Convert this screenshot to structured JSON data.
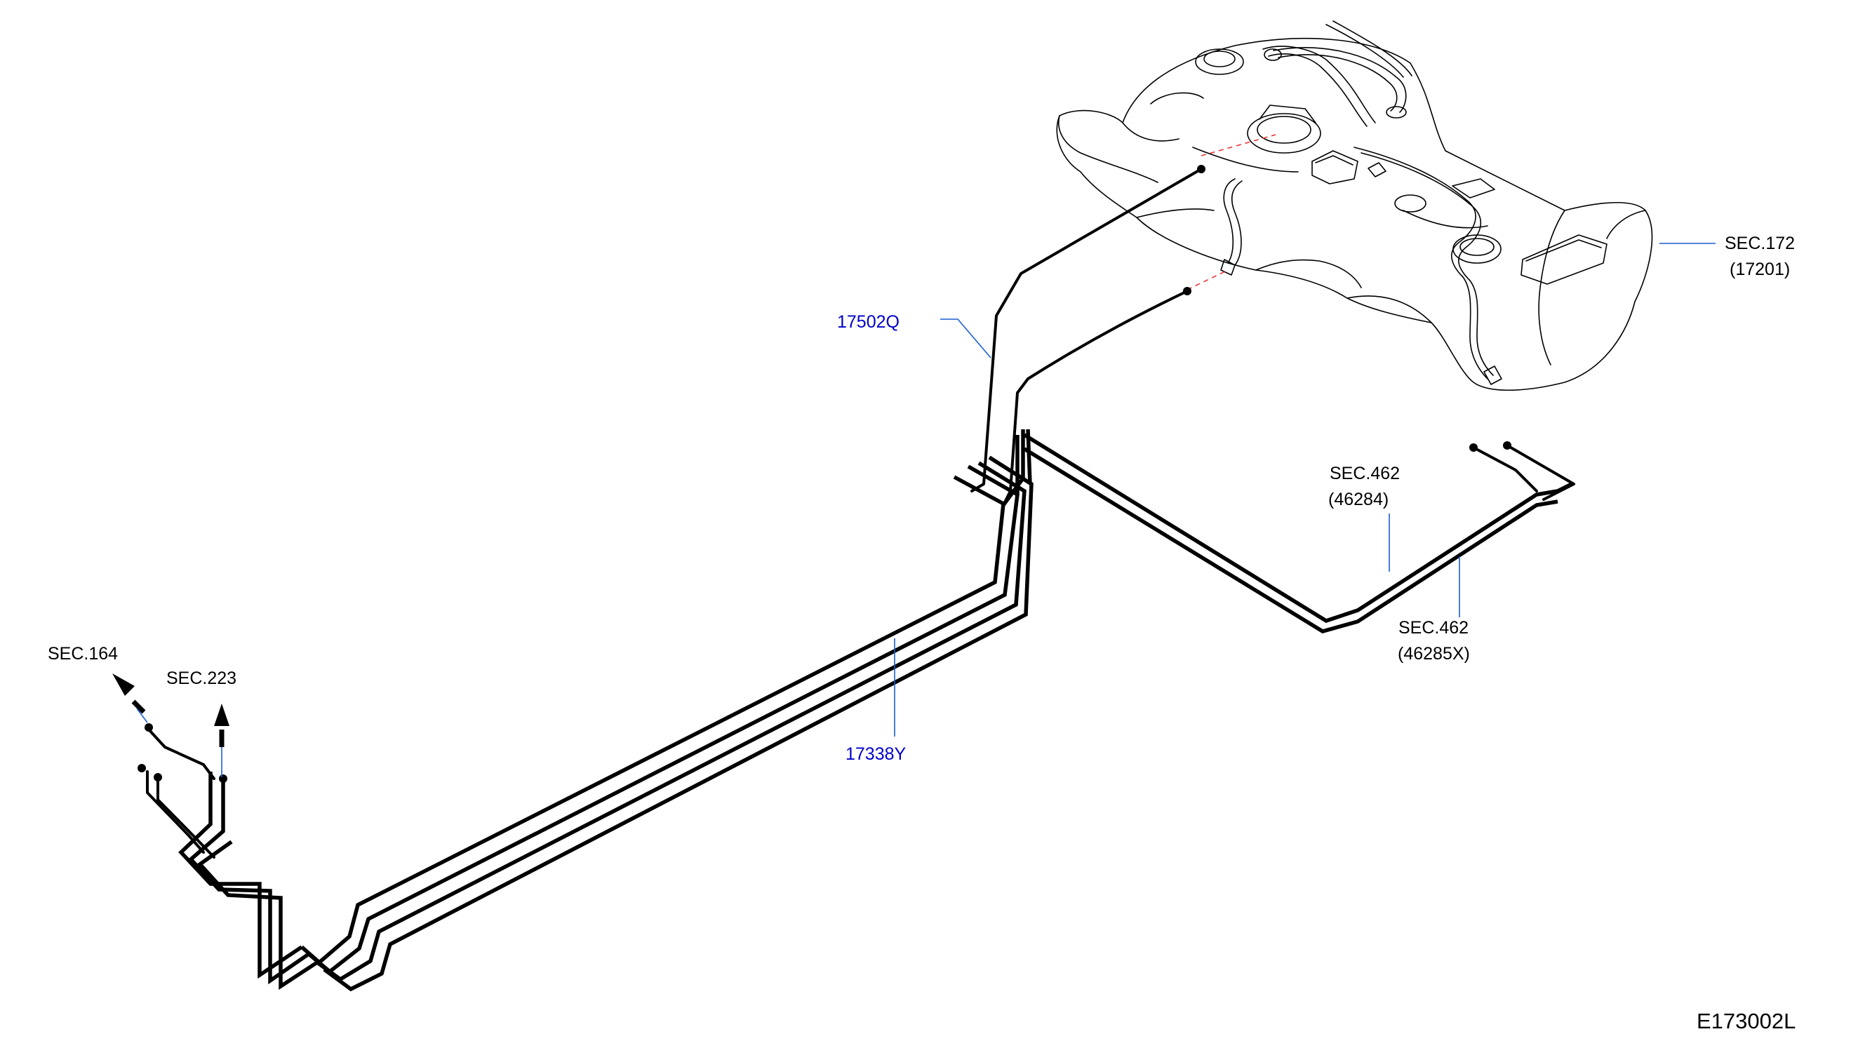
{
  "labels": {
    "sec172": "SEC.172",
    "part17201": "(17201)",
    "part17502q": "17502Q",
    "sec462_a": "SEC.462",
    "part46284": "(46284)",
    "sec462_b": "SEC.462",
    "part46285x": "(46285X)",
    "part17338y": "17338Y",
    "sec164": "SEC.164",
    "sec223": "SEC.223",
    "figure_code": "E173002L"
  },
  "colors": {
    "part_number": "#0000cc",
    "leader": "#1a5fd1",
    "connector_dash": "#ee3333",
    "line": "#000000"
  }
}
